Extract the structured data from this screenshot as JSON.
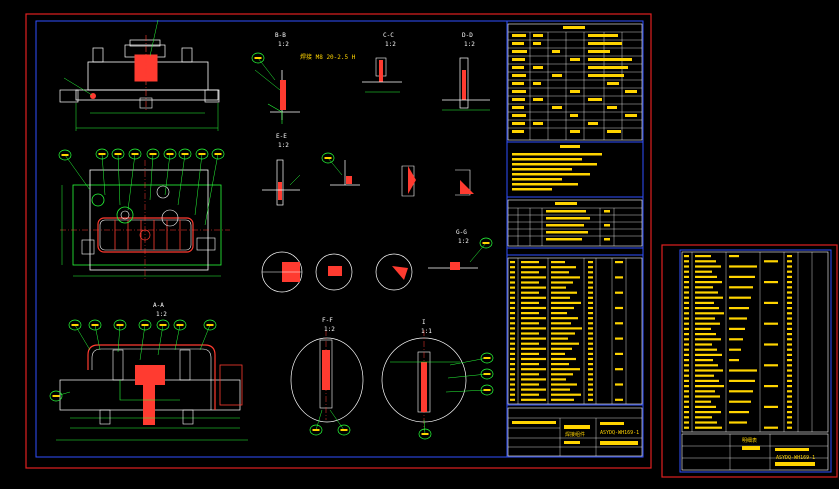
{
  "colors": {
    "background": "#000000",
    "border_outer": "#e02020",
    "border_inner": "#3050ff",
    "geometry": "#ffffff",
    "dimension": "#27ff3a",
    "section": "#ff3b30",
    "text_table": "#ffd400",
    "part": "#ff3b30"
  },
  "main_sheet": {
    "section_labels": [
      {
        "id": "B-B",
        "scale": "1:2"
      },
      {
        "id": "C-C",
        "scale": "1:2"
      },
      {
        "id": "D-D",
        "scale": "1:2"
      },
      {
        "id": "E-E",
        "scale": "1:2"
      },
      {
        "id": "A-A",
        "scale": "1:2"
      },
      {
        "id": "F-F",
        "scale": "1:2"
      },
      {
        "id": "G-G",
        "scale": "1:2"
      },
      {
        "id": "I",
        "scale": "1:1"
      }
    ],
    "weld_note": "焊接 M8 20-2.5 H",
    "title_block": {
      "drawing_no": "ASYDQ-WH169-1",
      "name": "焊接组件"
    }
  },
  "side_sheet": {
    "title_block": {
      "drawing_no": "ASYDQ-WH169-1",
      "name": "明细表"
    }
  },
  "icons": [
    "weld-symbol-icon",
    "section-cut-icon"
  ]
}
